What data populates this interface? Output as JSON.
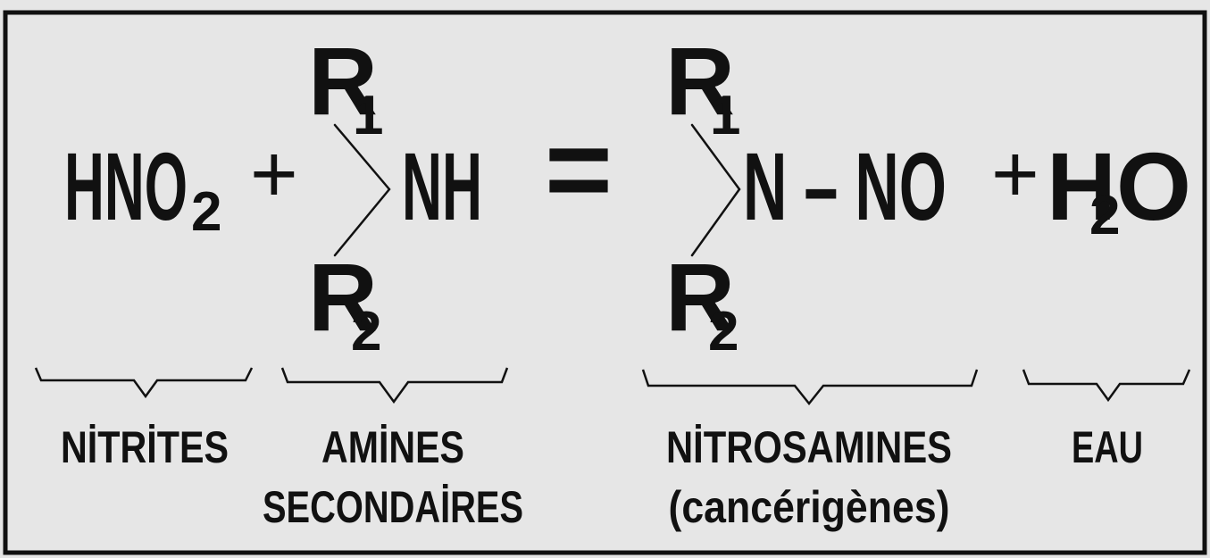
{
  "reaction": {
    "reactant1": {
      "main": "HNO",
      "sub": "2"
    },
    "plus1": "+",
    "amine": {
      "r1": {
        "main": "R",
        "sub": "1"
      },
      "r2": {
        "main": "R",
        "sub": "2"
      },
      "group": "NH"
    },
    "equals": "=",
    "nitrosamine": {
      "r1": {
        "main": "R",
        "sub": "1"
      },
      "r2": {
        "main": "R",
        "sub": "2"
      },
      "group": "N – NO"
    },
    "plus2": "+",
    "water": {
      "h": "H",
      "sub": "2",
      "o": "O"
    }
  },
  "labels": {
    "nitrites": "NİTRİTES",
    "amines_line1": "AMİNES",
    "amines_line2": "SECONDAİRES",
    "nitrosamines_line1": "NİTROSAMINES",
    "nitrosamines_line2": "(cancérigènes)",
    "eau": "EAU"
  },
  "colors": {
    "background": "#e6e6e6",
    "ink": "#111111"
  }
}
